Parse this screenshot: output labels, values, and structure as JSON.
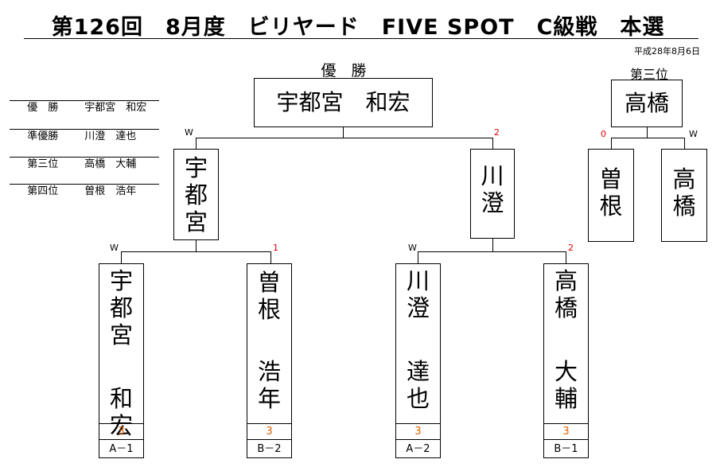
{
  "title": "第126回　8月度　ビリヤード　FIVE SPOT　C級戦　本選",
  "date": "平成28年8月6日",
  "results": [
    {
      "rank": "優　勝",
      "name": "宇都宮　和宏"
    },
    {
      "rank": "準優勝",
      "name": "川澄　達也"
    },
    {
      "rank": "第三位",
      "name": "高橋　大輔"
    },
    {
      "rank": "第四位",
      "name": "曽根　浩年"
    }
  ],
  "champion": {
    "label": "優　勝",
    "name": "宇都宮　和宏"
  },
  "third_place": {
    "label": "第三位",
    "name": "高橋"
  },
  "third_match": [
    {
      "surname": [
        "曽",
        "根"
      ],
      "score": "0"
    },
    {
      "surname": [
        "高",
        "橋"
      ],
      "score": "W"
    }
  ],
  "final": [
    {
      "surname": [
        "宇",
        "都",
        "宮"
      ],
      "score": "W"
    },
    {
      "surname": [
        "川",
        "澄"
      ],
      "score": "2"
    }
  ],
  "first_round": [
    {
      "surname": [
        "宇",
        "都",
        "宮"
      ],
      "given": [
        "和",
        "宏"
      ],
      "score": "W",
      "seed_score": "3",
      "code": "A－1"
    },
    {
      "surname": [
        "曽",
        "根"
      ],
      "given": [
        "浩",
        "年"
      ],
      "score": "1",
      "seed_score": "3",
      "code": "B－2"
    },
    {
      "surname": [
        "川",
        "澄"
      ],
      "given": [
        "達",
        "也"
      ],
      "score": "W",
      "seed_score": "3",
      "code": "A－2"
    },
    {
      "surname": [
        "高",
        "橋"
      ],
      "given": [
        "大",
        "輔"
      ],
      "score": "2",
      "seed_score": "3",
      "code": "B－1"
    }
  ]
}
